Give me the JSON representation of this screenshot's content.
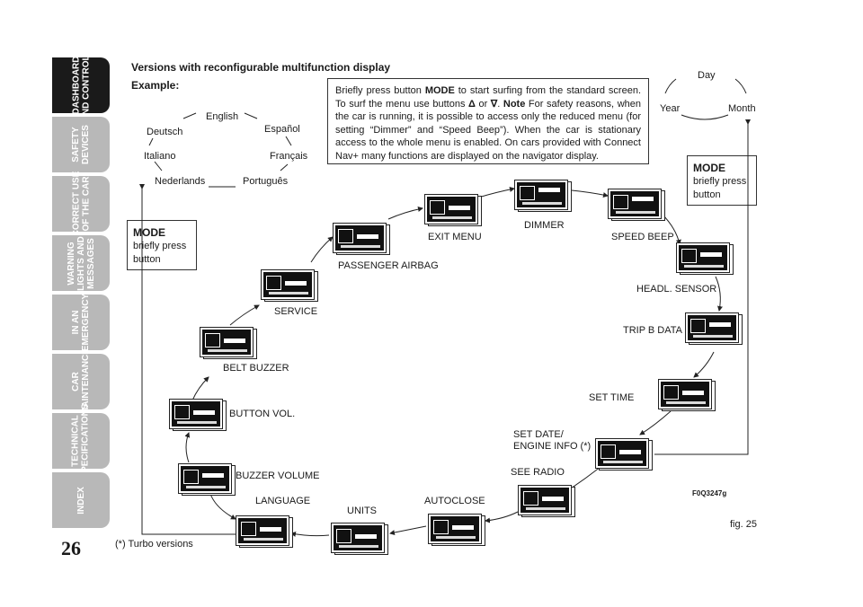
{
  "side_tabs": [
    {
      "label": "DASHBOARD\nAND CONTROLS",
      "active": true
    },
    {
      "label": "SAFETY\nDEVICES",
      "active": false
    },
    {
      "label": "CORRECT USE\nOF THE CAR",
      "active": false
    },
    {
      "label": "WARNING\nLIGHTS AND\nMESSAGES",
      "active": false
    },
    {
      "label": "IN AN\nEMERGENCY",
      "active": false
    },
    {
      "label": "CAR\nMAINTENANCE",
      "active": false
    },
    {
      "label": "TECHNICAL\nSPECIFICATIONS",
      "active": false
    },
    {
      "label": "INDEX",
      "active": false
    }
  ],
  "page_number": "26",
  "heading": "Versions with reconfigurable multifunction display",
  "example_label": "Example:",
  "note": {
    "p1": "Briefly press button ",
    "mode": "MODE",
    "p2": " to start surfing from the standard screen. To surf the menu use buttons ",
    "up": "Δ",
    "or": " or ",
    "down": "∇",
    "p3": ". ",
    "note_word": "Note",
    "p4": " For safety reasons, when the car is running, it is possible to access only the reduced menu (for setting “Dimmer” and “Speed Beep”). When the car is stationary access to the whole menu is enabled. On cars provided with Connect Nav+ many functions are displayed on the navigator display."
  },
  "languages": {
    "english": "English",
    "espanol": "Español",
    "deutsch": "Deutsch",
    "francais": "Français",
    "italiano": "Italiano",
    "portugues": "Português",
    "nederlands": "Nederlands"
  },
  "date_cycle": {
    "day": "Day",
    "year": "Year",
    "month": "Month"
  },
  "mode_left": {
    "title": "MODE",
    "line1": "briefly press",
    "line2": "button"
  },
  "mode_right": {
    "title": "MODE",
    "line1": "briefly press",
    "line2": "button"
  },
  "menu_labels": {
    "exit_menu": "EXIT MENU",
    "dimmer": "DIMMER",
    "speed_beep": "SPEED BEEP",
    "passenger_airbag": "PASSENGER AIRBAG",
    "headl_sensor": "HEADL. SENSOR",
    "service": "SERVICE",
    "trip_b_data": "TRIP B DATA",
    "belt_buzzer": "BELT BUZZER",
    "set_time": "SET TIME",
    "button_vol": "BUTTON VOL.",
    "set_date_1": "SET DATE/",
    "set_date_2": "ENGINE INFO (*)",
    "buzzer_volume": "BUZZER VOLUME",
    "see_radio": "SEE RADIO",
    "language": "LANGUAGE",
    "autoclose": "AUTOCLOSE",
    "units": "UNITS"
  },
  "figure_code": "F0Q3247g",
  "fig_label": "fig. 25",
  "footnote": "(*) Turbo versions"
}
